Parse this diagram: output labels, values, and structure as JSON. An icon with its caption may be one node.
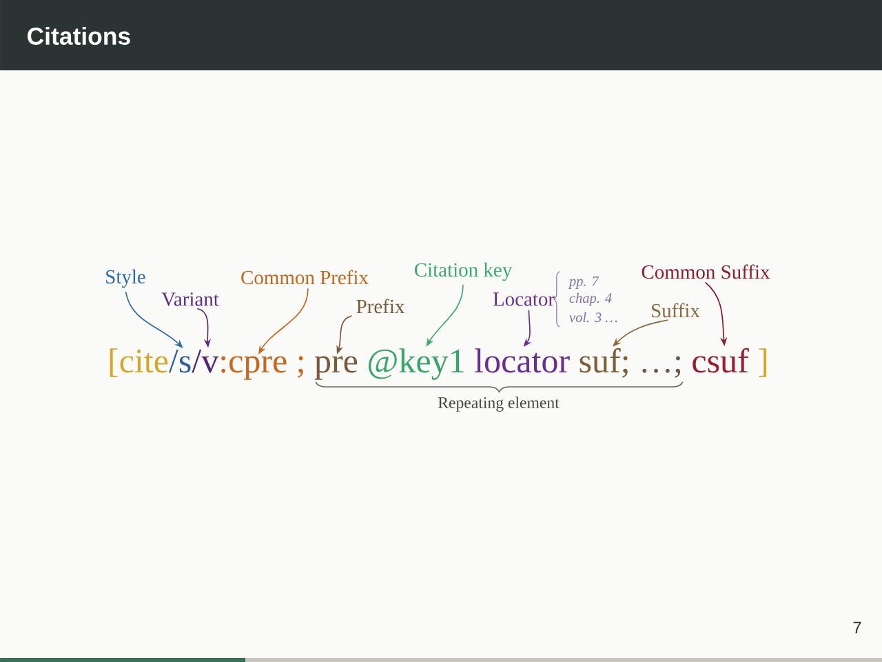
{
  "diagram": {
    "title": "Citations",
    "nodes": [
      {
        "text": [
          "Style"
        ]
      },
      {
        "text": [
          "Variant"
        ]
      },
      {
        "text": [
          "Common Prefix"
        ]
      },
      {
        "text": [
          "Prefix"
        ]
      },
      {
        "text": [
          "Citation key"
        ]
      },
      {
        "text": [
          "Locator"
        ]
      },
      {
        "text": [
          "Suffix"
        ]
      },
      {
        "text": [
          "Common Suffix"
        ]
      },
      {
        "text": [
          "/s"
        ]
      },
      {
        "text": [
          "/v"
        ]
      },
      {
        "text": [
          ":cpre"
        ]
      },
      {
        "text": [
          "pre"
        ]
      },
      {
        "text": [
          "@key1"
        ]
      },
      {
        "text": [
          "locator"
        ]
      },
      {
        "text": [
          "suf;"
        ]
      },
      {
        "text": [
          "csuf"
        ]
      }
    ],
    "edges": [
      {
        "from": 0,
        "to": 8,
        "arrow": "to",
        "color": "#2f6aa8"
      },
      {
        "from": 1,
        "to": 9,
        "arrow": "to",
        "color": "#5b2d86"
      },
      {
        "from": 2,
        "to": 10,
        "arrow": "to",
        "color": "#c8661e"
      },
      {
        "from": 3,
        "to": 11,
        "arrow": "to",
        "color": "#7a5a3c"
      },
      {
        "from": 4,
        "to": 12,
        "arrow": "to",
        "color": "#3aaa6e"
      },
      {
        "from": 5,
        "to": 13,
        "arrow": "to",
        "color": "#6a2d91"
      },
      {
        "from": 6,
        "to": 14,
        "arrow": "to",
        "color": "#8a6a3e"
      },
      {
        "from": 7,
        "to": 15,
        "arrow": "to",
        "color": "#8e1b32"
      }
    ],
    "labels": [
      "pp. 7",
      "chap. 4",
      "vol. 3 …",
      "[cite",
      ";",
      "…;",
      "]",
      "Repeating element",
      "7"
    ]
  }
}
